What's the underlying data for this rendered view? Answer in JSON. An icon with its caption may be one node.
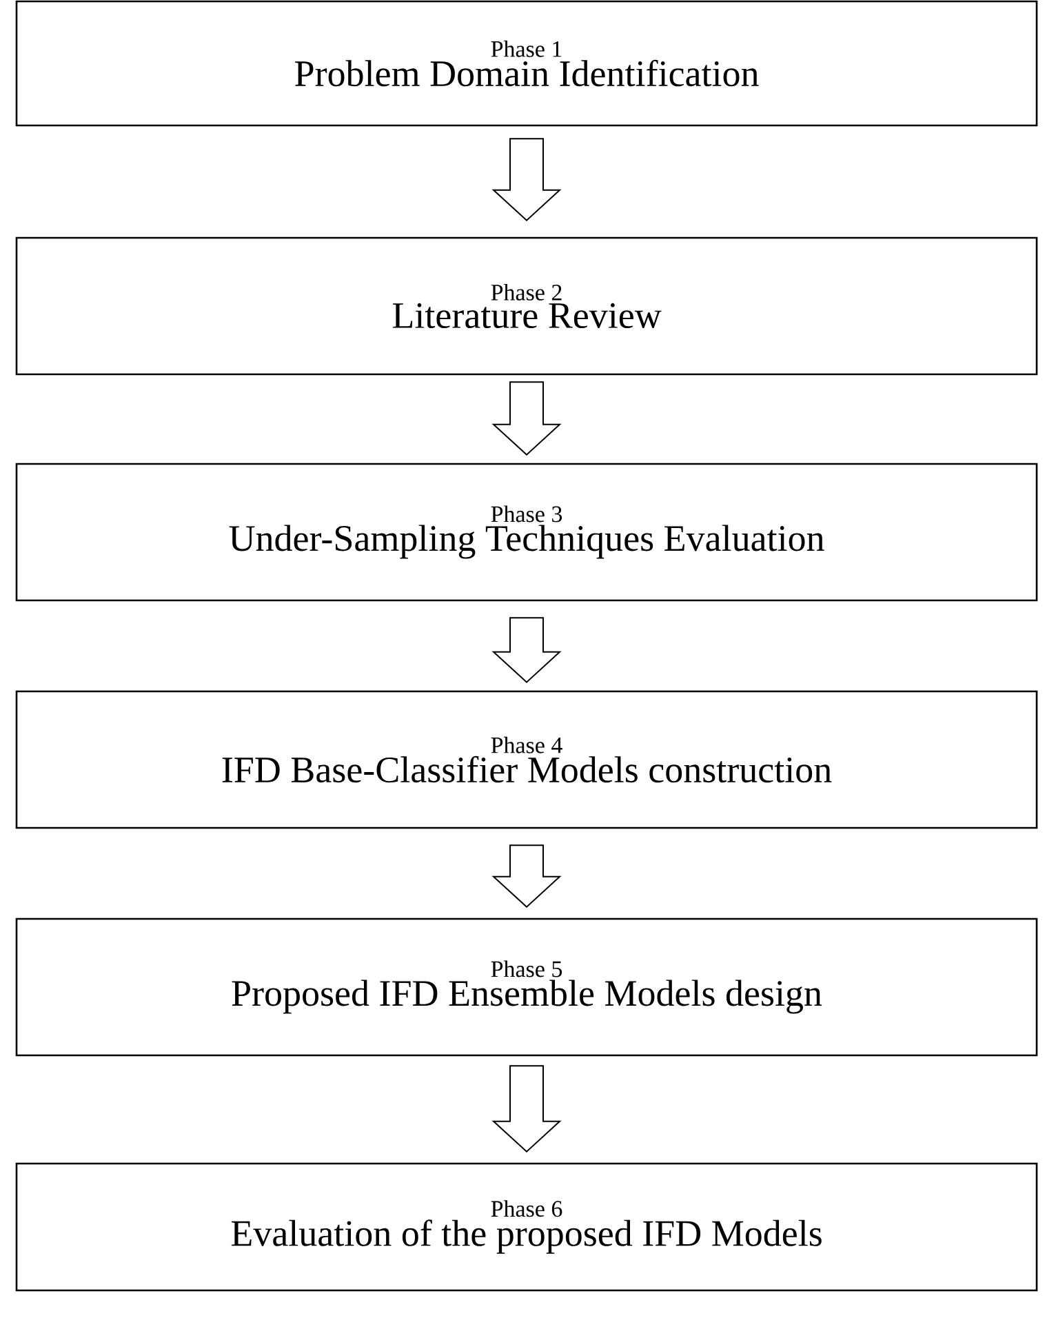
{
  "diagram": {
    "nodes": [
      {
        "text": [
          "Phase 1",
          "Problem Domain Identification"
        ]
      },
      {
        "text": [
          "Phase 2",
          "Literature Review"
        ]
      },
      {
        "text": [
          "Phase 3",
          "Under-Sampling Techniques Evaluation"
        ]
      },
      {
        "text": [
          "Phase 4",
          "IFD Base-Classifier Models construction"
        ]
      },
      {
        "text": [
          "Phase 5",
          "Proposed IFD Ensemble Models design"
        ]
      },
      {
        "text": [
          "Phase 6",
          "Evaluation of the proposed IFD Models"
        ]
      }
    ],
    "edges": [
      {
        "from": 0,
        "to": 1,
        "arrow": "to"
      },
      {
        "from": 1,
        "to": 2,
        "arrow": "to"
      },
      {
        "from": 2,
        "to": 3,
        "arrow": "to"
      },
      {
        "from": 3,
        "to": 4,
        "arrow": "to"
      },
      {
        "from": 4,
        "to": 5,
        "arrow": "to"
      }
    ]
  }
}
